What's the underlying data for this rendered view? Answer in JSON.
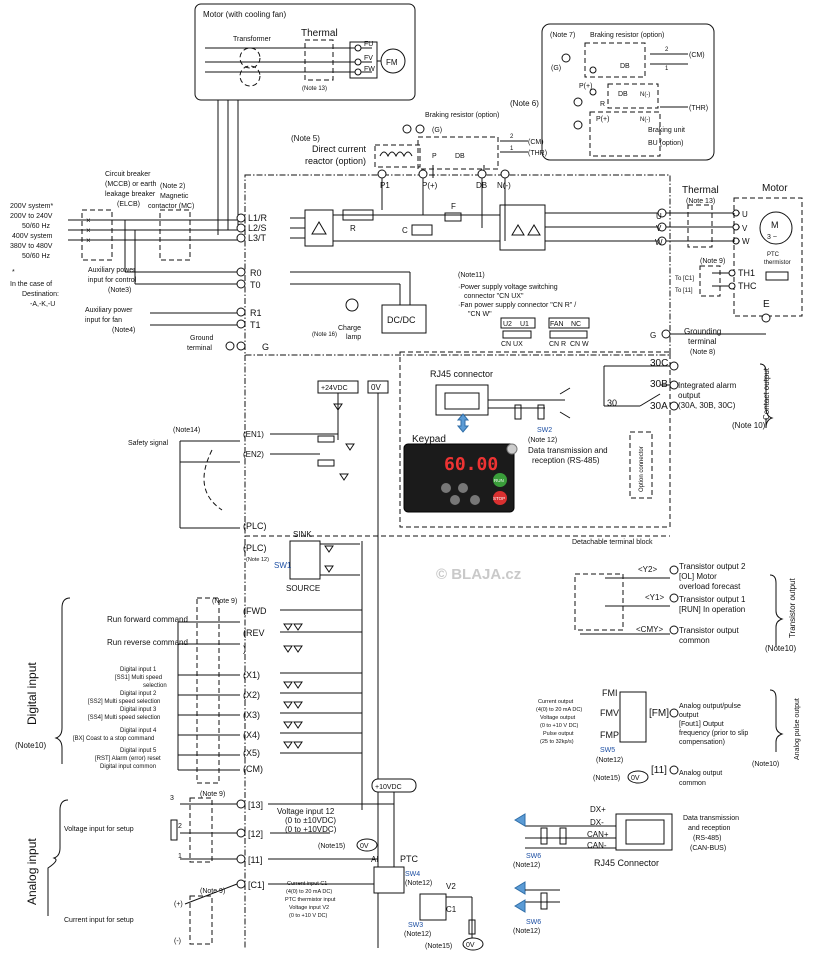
{
  "motor_fan": {
    "title": "Motor (with cooling fan)",
    "transformer": "Transformer",
    "thermal": "Thermal",
    "fu": "FU",
    "fv": "FV",
    "fw": "FW",
    "fm": "FM",
    "note13": "(Note 13)"
  },
  "braking_resistor_top": {
    "note7": "(Note 7)",
    "title": "Braking resistor (option)",
    "cm": "(CM)",
    "thr": "(THR)",
    "db": "DB",
    "p_plus": "P(+)",
    "r": "R",
    "n_minus": "N(-)",
    "g": "(G)",
    "braking_unit": "Braking unit",
    "bu_option": "BU (option)",
    "one": "1",
    "two": "2"
  },
  "braking_resistor_mid": {
    "note6": "(Note 6)",
    "title": "Braking resistor (option)",
    "g": "(G)",
    "p": "P",
    "db": "DB",
    "cm": "(CM)",
    "thr": "(THR)",
    "one": "1",
    "two": "2"
  },
  "dc_reactor": {
    "note5": "(Note 5)",
    "line1": "Direct current",
    "line2": "reactor (option)"
  },
  "top_terminals": {
    "p1": "P1",
    "p_plus": "P(+)",
    "db": "DB",
    "n_minus": "N(-)"
  },
  "left": {
    "breaker": [
      "Circuit breaker",
      "(MCCB) or earth",
      "leakage breaker",
      "(ELCB)"
    ],
    "magnetic": [
      "(Note 2)",
      "Magnetic",
      "contactor (MC)"
    ],
    "supply": [
      "200V system*",
      "200V to 240V",
      "50/60 Hz",
      "400V system",
      "380V to 480V",
      "50/60 Hz"
    ],
    "aux_control": [
      "Auxiliary power",
      "input for control",
      "(Note3)"
    ],
    "destination": [
      "*",
      "In the case of",
      "Destination:",
      "-A,-K,-U"
    ],
    "aux_fan": [
      "Auxiliary power",
      "input for fan",
      "(Note4)"
    ],
    "ground": [
      "Ground",
      "terminal"
    ]
  },
  "main_terminals": {
    "l1": "L1/R",
    "l2": "L2/S",
    "l3": "L3/T",
    "r0": "R0",
    "t0": "T0",
    "r1": "R1",
    "t1": "T1",
    "g": "G"
  },
  "inner": {
    "r": "R",
    "f": "F",
    "c": "C",
    "dcdc": "DC/DC",
    "charge": [
      "Charge",
      "lamp"
    ],
    "note16": "(Note 16)",
    "note11": "(Note11)",
    "psu_note": [
      "·Power supply voltage switching",
      "connector \"CN UX\"",
      "·Fan power supply connector \"CN R\" /",
      "\"CN W\""
    ],
    "u2": "U2",
    "u1": "U1",
    "fan": "FAN",
    "nc": "NC",
    "cn_ux": "CN UX",
    "cn_r": "CN R",
    "cn_w": "CN W"
  },
  "motor": {
    "title": "Motor",
    "thermal": "Thermal",
    "note13": "(Note 13)",
    "u": "U",
    "v": "V",
    "w": "W",
    "m": "M",
    "phase": "3 ~",
    "ptc": [
      "PTC",
      "thermistor"
    ],
    "th1": "TH1",
    "thc": "THC",
    "note9": "(Note 9)",
    "to_c1": "To [C1]",
    "to_11": "To [11]",
    "e": "E",
    "g": "G",
    "grounding": [
      "Grounding",
      "terminal",
      "(Note 8)"
    ]
  },
  "control": {
    "v24": "+24VDC",
    "v0": "0V",
    "rj45": "RJ45 connector",
    "keypad": "Keypad",
    "display": "60.00",
    "sw2": "SW2",
    "note12": "(Note 12)",
    "rs485": [
      "Data transmission and",
      "reception (RS-485)"
    ],
    "option_connector": "Option connector",
    "detachable": "Detachable terminal block",
    "safety_note": "(Note14)",
    "safety": "Safety signal",
    "en1": "(EN1)",
    "en2": "(EN2)",
    "plc1": "(PLC)",
    "plc2": "(PLC)",
    "note12_small": "(Note 12)",
    "sink": "SINK",
    "source": "SOURCE",
    "sw1": "SW1",
    "run": "RUN",
    "stop": "STOP"
  },
  "alarm": {
    "c30": "30C",
    "b30": "30B",
    "a30": "30A",
    "n30": "30",
    "desc": [
      "Integrated alarm",
      "output",
      "(30A, 30B, 30C)"
    ],
    "side": "Contact output",
    "note10": "(Note 10)"
  },
  "watermark": "© BLAJA.cz",
  "digital": {
    "side": "Digital input",
    "note10": "(Note10)",
    "note9": "(Note 9)",
    "fwd": "(FWD",
    "rev": "(REV",
    "paren": ")",
    "x1": "(X1)",
    "x2": "(X2)",
    "x3": "(X3)",
    "x4": "(X4)",
    "x5": "(X5)",
    "cm": "(CM)",
    "run_fwd": "Run forward command",
    "run_rev": "Run reverse command",
    "x1_desc": [
      "Digital input 1",
      "[SS1] Multi speed",
      "selection"
    ],
    "x2_desc": [
      "Digital input 2",
      "[SS2] Multi speed selection"
    ],
    "x3_desc": [
      "Digital input 3",
      "[SS4] Multi speed selection"
    ],
    "x4_desc": [
      "Digital input 4",
      "[BX] Coast to a stop command"
    ],
    "x5_desc": [
      "Digital input 5",
      "[RST] Alarm (error) reset",
      "Digital input common"
    ]
  },
  "transistor": {
    "y2": "<Y2>",
    "y1": "<Y1>",
    "cmy": "<CMY>",
    "y2_desc": [
      "Transistor output 2",
      "[OL] Motor",
      "overload forecast"
    ],
    "y1_desc": [
      "Transistor output 1",
      "[RUN] In operation"
    ],
    "cmy_desc": [
      "Transistor output",
      "common"
    ],
    "side": "Transistor output",
    "note10": "(Note10)"
  },
  "analog_out": {
    "fmi": "FMI",
    "fmv": "FMV",
    "fmp": "FMP",
    "fm": "[FM]",
    "sw5": "SW5",
    "note12": "(Note12)",
    "note15": "(Note15)",
    "v0": "0V",
    "t11": "[11]",
    "modes": [
      "Current output",
      "(4(0) to 20 mA DC)",
      "Voltage output",
      "(0 to +10 V DC)",
      "Pulse output",
      "(25 to 32kp/s)"
    ],
    "desc": [
      "Analog output/pulse",
      "output",
      "[Fout1] Output",
      "frequency (prior to slip",
      "compensation)"
    ],
    "common": [
      "Analog output",
      "common"
    ],
    "side": "Analog pulse output",
    "note10": "(Note10)"
  },
  "analog_in": {
    "side": "Analog input",
    "note9": "(Note 9)",
    "note9b": "(Note 9)",
    "v10": "+10VDC",
    "t13": "[13]",
    "t12": "[12]",
    "t11": "[11]",
    "c1": "[C1]",
    "vi12": [
      "Voltage input 12",
      "(0 to ±10VDC)",
      "(0 to +10VDC)"
    ],
    "note15": "(Note15)",
    "v0": "0V",
    "vsetup": "Voltage input for setup",
    "isetup": "Current input for setup",
    "n3": "3",
    "n2": "2",
    "n1": "1",
    "plus": "(+)",
    "minus": "(-)",
    "ai": "AI",
    "ptc": "PTC",
    "sw4": "SW4",
    "note12": "(Note12)",
    "v2": "V2",
    "c1b": "C1",
    "sw3": "SW3",
    "note12b": "(Note12)",
    "note15b": "(Note15)",
    "v0b": "0V",
    "c1_desc": [
      "Current input C1",
      "(4(0) to 20 mA DC)",
      "PTC thermistor input",
      "Voltage input V2",
      "(0 to +10 V DC)"
    ]
  },
  "can": {
    "dxp": "DX+",
    "dxm": "DX-",
    "canp": "CAN+",
    "canm": "CAN-",
    "rj45": "RJ45 Connector",
    "sw6a": "SW6",
    "sw6b": "SW6",
    "note12a": "(Note12)",
    "note12b": "(Note12)",
    "desc": [
      "Data transmission",
      "and reception",
      "(RS-485)",
      "(CAN-BUS)"
    ]
  }
}
